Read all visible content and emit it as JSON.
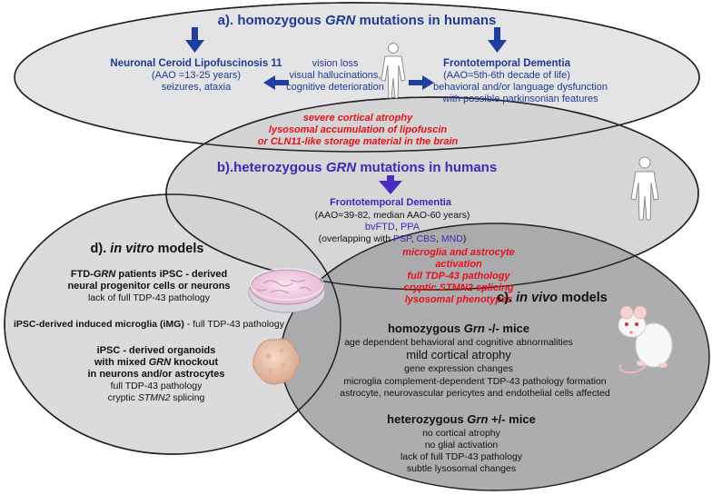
{
  "section_a": {
    "title_prefix": "a).  homozygous ",
    "title_gene": "GRN",
    "title_suffix": " mutations in humans",
    "ncl": {
      "title": "Neuronal Ceroid Lipofuscinosis 11",
      "line1": "(AAO =13-25 years)",
      "line2": "seizures, ataxia"
    },
    "shared": [
      "vision loss",
      "visual hallucinations,",
      "cognitive deterioration"
    ],
    "ftd": {
      "title": "Frontotemporal Dementia",
      "line1": "(AAO=5th-6th decade of life)",
      "line2": "behavioral and/or language dysfunction",
      "line3": "with possible parkinsonian features"
    }
  },
  "overlap_ab": [
    "severe cortical atrophy",
    "lysosomal accumulation of lipofuscin",
    "or CLN11-like storage material in the brain"
  ],
  "section_b": {
    "title_prefix": "b).heterozygous ",
    "title_gene": "GRN",
    "title_suffix": " mutations in humans",
    "ftd_title": "Frontotemporal Dementia",
    "aao": "(AAO=39-82, median AAO-60 years)",
    "subtypes": {
      "a": "bvFTD",
      "sep": ", ",
      "b": "PPA"
    },
    "overlap": {
      "pre": "(overlapping with ",
      "a": "PSP",
      "sep1": ", ",
      "b": "CBS",
      "sep2": ", ",
      "c": "MND",
      "post": ")"
    }
  },
  "overlap_bc": [
    "microglia and astrocyte",
    "activation",
    "full TDP-43 pathology",
    "cryptic STMN2 splicing",
    "lysosomal phenotypes"
  ],
  "section_d": {
    "title_prefix": "d). ",
    "title_italic": "in vitro",
    "title_suffix": " models",
    "item1": {
      "l1_pre": "FTD-",
      "l1_gene": "GRN",
      "l1_post": " patients iPSC - derived",
      "l2": "neural progenitor cells or neurons",
      "l3": "lack of full TDP-43 pathology"
    },
    "item2": {
      "bold": "iPSC-derived induced microglia (iMG)",
      "rest": " - full TDP-43 pathology"
    },
    "item3": {
      "l1": "iPSC - derived organoids",
      "l2_pre": "with mixed ",
      "l2_gene": "GRN",
      "l2_post": " knockout",
      "l3": "in neurons and/or astrocytes",
      "l4": "full TDP-43 pathology",
      "l5_pre": "cryptic ",
      "l5_gene": "STMN2",
      "l5_post": " splicing"
    }
  },
  "section_c": {
    "title_prefix": "c). ",
    "title_italic": "in vivo",
    "title_suffix": " models",
    "homo": {
      "title_pre": "homozygous ",
      "title_gene": "Grn",
      "title_post": " -/- mice",
      "l1": "age dependent behavioral and cognitive abnormalities",
      "l2": "mild cortical atrophy",
      "l3": "gene expression changes",
      "l4": "microglia complement-dependent TDP-43 pathology formation",
      "l5": "astrocyte, neurovascular pericytes and endothelial cells affected"
    },
    "hetero": {
      "title_pre": "heterozygous ",
      "title_gene": "Grn",
      "title_post": " +/- mice",
      "l1": "no cortical atrophy",
      "l2": "no glial activation",
      "l3": "lack of full TDP-43 pathology",
      "l4": "subtle lysosomal changes"
    }
  },
  "colors": {
    "ellipse_a": "#e4e4e6",
    "ellipse_b": "#d2d2d4",
    "ellipse_d": "#dbdbdd",
    "ellipse_c": "#a9a9ab",
    "arrow_blue": "#1f3fa0",
    "arrow_violet": "#4a2bc4",
    "red_text": "#e8101a"
  },
  "icons": [
    "human-figure-icon",
    "petri-dish-icon",
    "organoid-icon",
    "mouse-icon"
  ]
}
